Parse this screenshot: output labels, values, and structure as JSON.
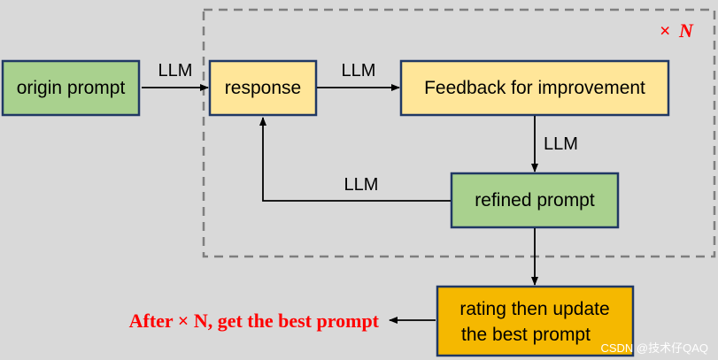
{
  "nodes": {
    "origin_prompt": "origin prompt",
    "response": "response",
    "feedback": "Feedback for improvement",
    "refined_prompt": "refined prompt",
    "rating_line1": "rating then update",
    "rating_line2": "the best prompt"
  },
  "edges": {
    "origin_to_response": "LLM",
    "response_to_feedback": "LLM",
    "feedback_to_refined": "LLM",
    "refined_to_response": "LLM"
  },
  "loop": {
    "times_symbol": "×",
    "times_var": "N"
  },
  "result_label": "After × N, get the best prompt",
  "watermark": "CSDN @技术仔QAQ",
  "colors": {
    "background": "#d9d9d9",
    "green_box": "#a9d18e",
    "yellow_box": "#ffe699",
    "orange_box": "#f5b800",
    "box_border": "#203864",
    "dashed_border": "#7f7f7f",
    "accent_red": "#ff0000"
  }
}
